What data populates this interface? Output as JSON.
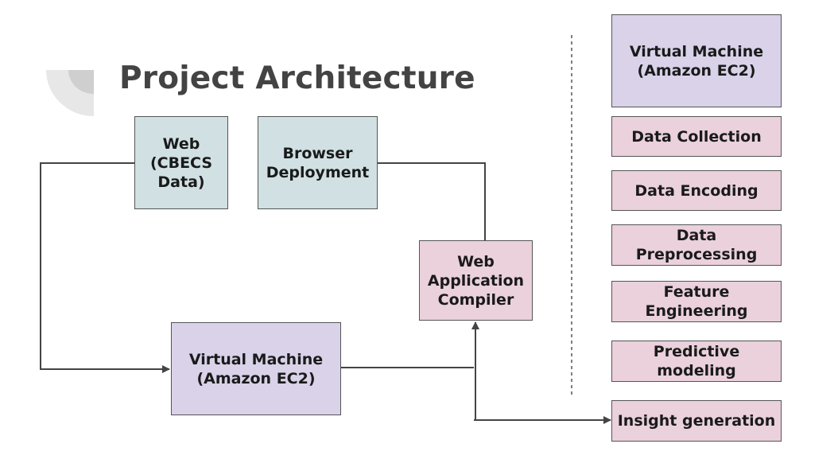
{
  "title": "Project Architecture",
  "colors": {
    "teal_box": "#d0e0e3",
    "pink_box": "#ead1dc",
    "lavender_box": "#d9d2e9",
    "title": "#434343",
    "decoration": "#cccccc"
  },
  "diagram": {
    "web_source": "Web\n(CBECS\nData)",
    "browser_deployment": "Browser\nDeployment",
    "web_app_compiler": "Web\nApplication\nCompiler",
    "virtual_machine": "Virtual Machine\n(Amazon EC2)"
  },
  "pipeline": {
    "header": "Virtual Machine\n(Amazon EC2)",
    "steps": [
      "Data Collection",
      "Data Encoding",
      "Data\nPreprocessing",
      "Feature\nEngineering",
      "Predictive\nmodeling",
      "Insight generation"
    ]
  }
}
